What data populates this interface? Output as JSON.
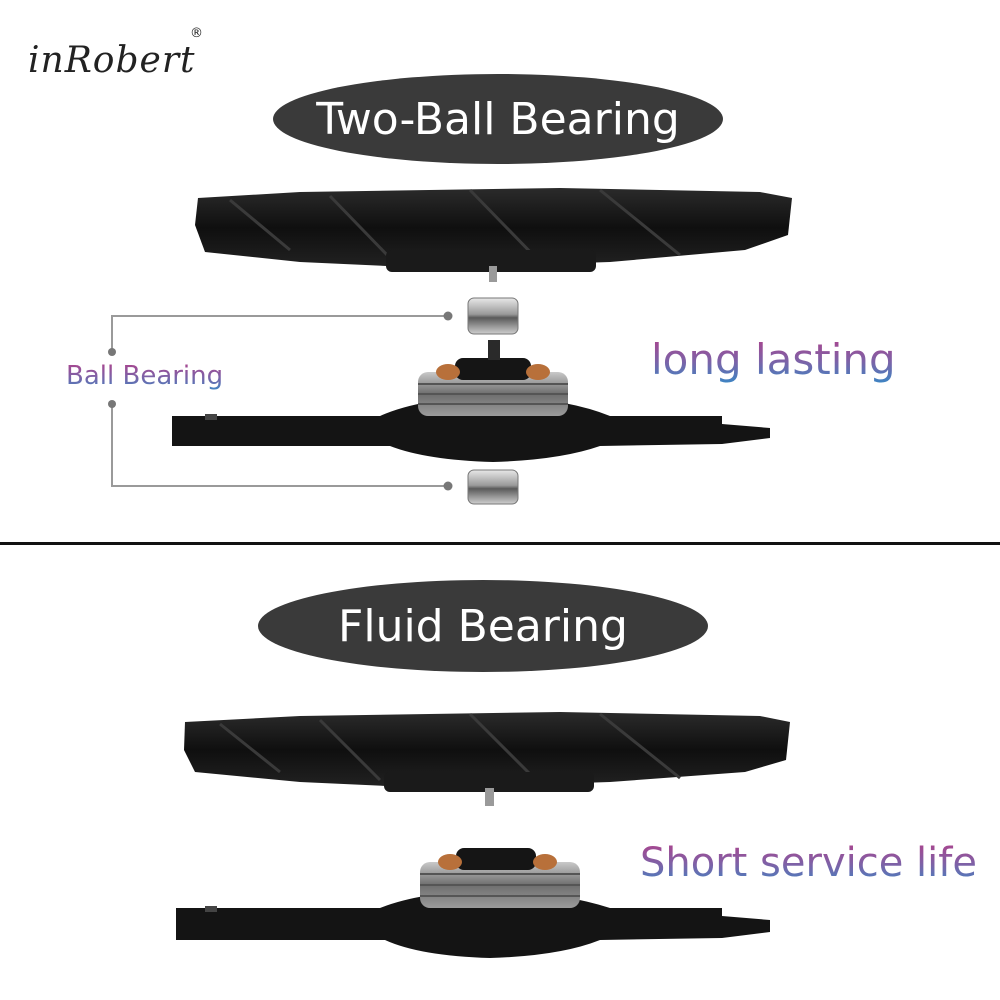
{
  "brand": {
    "name": "inRobert",
    "mark": "®"
  },
  "sections": {
    "top": {
      "title": "Two-Ball Bearing",
      "callout": "Ball Bearing",
      "feature": "long lasting"
    },
    "bottom": {
      "title": "Fluid Bearing",
      "feature": "Short service life"
    }
  },
  "colors": {
    "pill": "#3a3a3a",
    "gradient_start": "#b0408a",
    "gradient_end": "#3a86c4",
    "divider": "#111111"
  }
}
